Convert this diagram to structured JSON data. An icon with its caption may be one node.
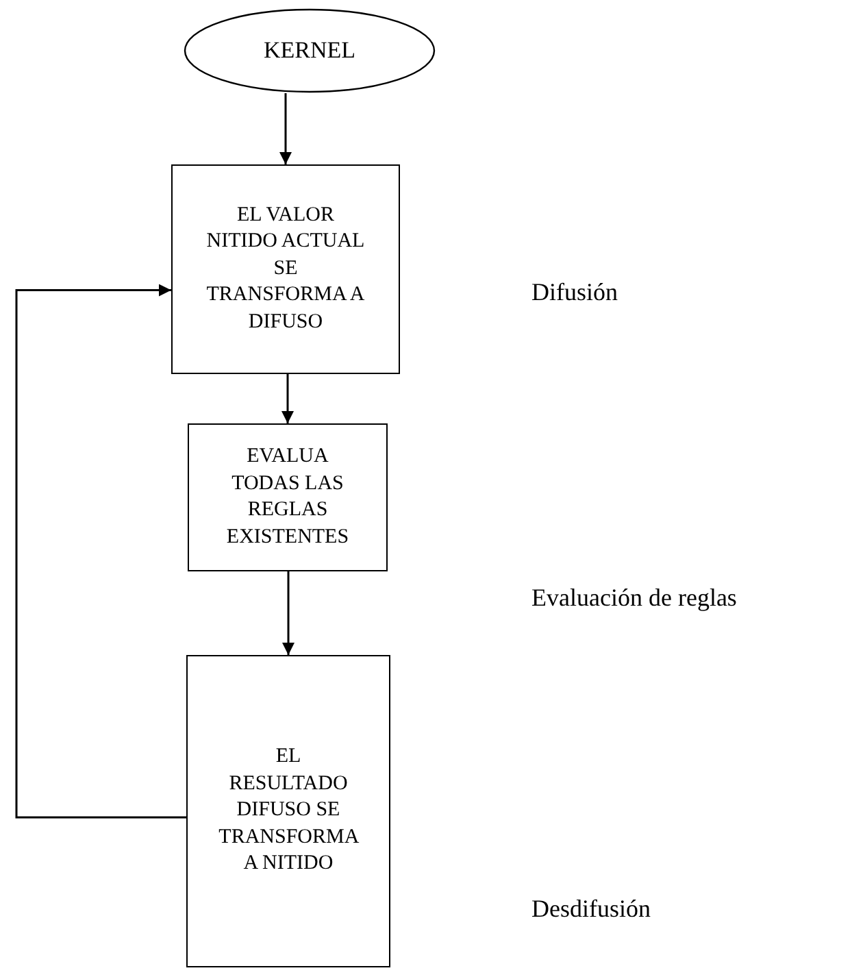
{
  "diagram": {
    "nodes": [
      {
        "text": [
          "KERNEL"
        ]
      },
      {
        "text": [
          "EL VALOR NITIDO ACTUAL SE TRANSFORMA A DIFUSO"
        ]
      },
      {
        "text": [
          "EVALUA TODAS LAS REGLAS EXISTENTES"
        ]
      },
      {
        "text": [
          "EL RESULTADO DIFUSO SE TRANSFORMA A NITIDO"
        ]
      }
    ],
    "labels": [
      "Difusión",
      "Evaluación de reglas",
      "Desdifusión"
    ],
    "edges": [
      {
        "from": 0,
        "to": 1,
        "arrow": "to"
      },
      {
        "from": 1,
        "to": 2,
        "arrow": "to"
      },
      {
        "from": 2,
        "to": 3,
        "arrow": "to"
      },
      {
        "from": 3,
        "to": 1,
        "arrow": "to"
      }
    ]
  }
}
